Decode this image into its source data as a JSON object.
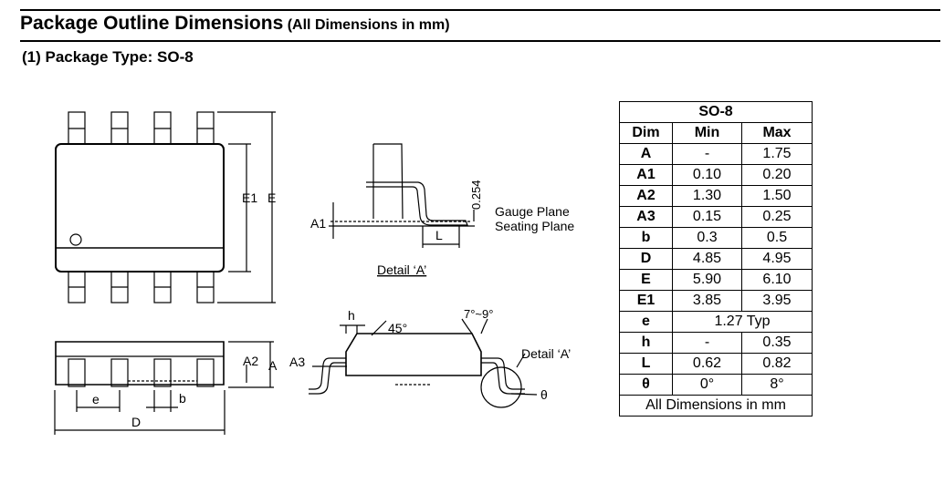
{
  "title": {
    "main": "Package Outline Dimensions",
    "sub": "(All Dimensions in mm)"
  },
  "subtitle": "(1)  Package Type: SO-8",
  "drawing_labels": {
    "e1": "E1",
    "e": "E",
    "a1": "A1",
    "l": "L",
    "gauge_dim": "0.254",
    "gauge_plane": "Gauge Plane",
    "seating_plane": "Seating Plane",
    "detail_a": "Detail ‘A’",
    "a2": "A2",
    "a": "A",
    "e_pitch": "e",
    "b": "b",
    "d": "D",
    "h": "h",
    "deg45": "45°",
    "a3": "A3",
    "angle": "7°~9°",
    "theta": "θ"
  },
  "table": {
    "title": "SO-8",
    "headers": [
      "Dim",
      "Min",
      "Max"
    ],
    "rows": [
      [
        "A",
        "-",
        "1.75"
      ],
      [
        "A1",
        "0.10",
        "0.20"
      ],
      [
        "A2",
        "1.30",
        "1.50"
      ],
      [
        "A3",
        "0.15",
        "0.25"
      ],
      [
        "b",
        "0.3",
        "0.5"
      ],
      [
        "D",
        "4.85",
        "4.95"
      ],
      [
        "E",
        "5.90",
        "6.10"
      ],
      [
        "E1",
        "3.85",
        "3.95"
      ],
      [
        "h",
        "-",
        "0.35"
      ],
      [
        "L",
        "0.62",
        "0.82"
      ],
      [
        "θ",
        "0°",
        "8°"
      ]
    ],
    "e_row": {
      "dim": "e",
      "value": "1.27 Typ"
    },
    "footer": "All Dimensions in mm"
  }
}
